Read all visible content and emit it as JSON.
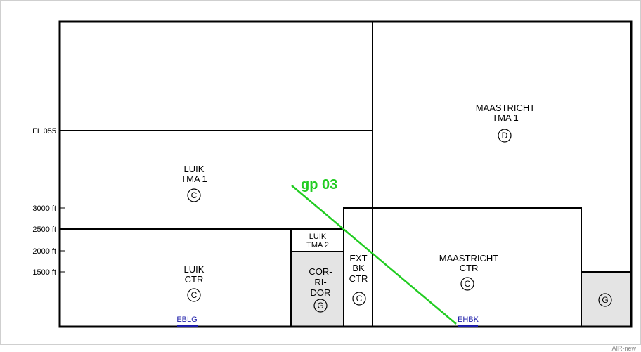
{
  "altitude_labels": [
    "FL 055",
    "3000 ft",
    "2500 ft",
    "2000 ft",
    "1500 ft"
  ],
  "zones": {
    "luik_tma1": {
      "name_lines": [
        "LUIK",
        "TMA 1"
      ],
      "class": "C"
    },
    "luik_ctr": {
      "name_lines": [
        "LUIK",
        "CTR"
      ],
      "class": "C"
    },
    "luik_tma2": {
      "name_lines": [
        "LUIK",
        "TMA 2"
      ]
    },
    "corridor": {
      "name_lines": [
        "COR-",
        "RI-",
        "DOR"
      ],
      "class": "G"
    },
    "ext_bk_ctr": {
      "name_lines": [
        "EXT",
        "BK",
        "CTR"
      ],
      "class": "C"
    },
    "maastricht_tma1": {
      "name_lines": [
        "MAASTRICHT",
        "TMA 1"
      ],
      "class": "D"
    },
    "maastricht_ctr": {
      "name_lines": [
        "MAASTRICHT",
        "CTR"
      ],
      "class": "C"
    },
    "right_g": {
      "class": "G"
    }
  },
  "airports": {
    "ebl": "EBLG",
    "ehbk": "EHBK"
  },
  "glidepath": {
    "label": "gp 03"
  },
  "footer": "AIR-new",
  "colors": {
    "border": "#000000",
    "g_fill": "#e4e4e4",
    "glidepath": "#22cc22",
    "airport": "#1a1aa8",
    "page_border": "#cfcfcf"
  }
}
